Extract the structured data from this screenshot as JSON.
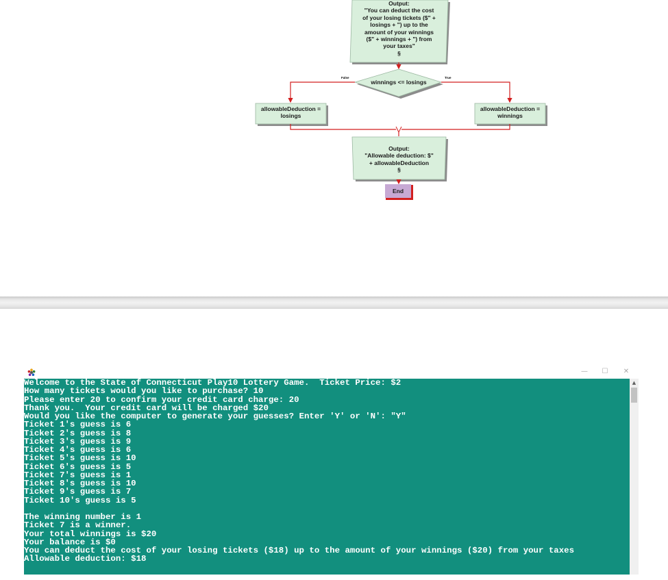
{
  "flowchart": {
    "output1": {
      "heading": "Output:",
      "lines": [
        "\"You can deduct the cost",
        "of your losing tickets ($\" +",
        "losings + \") up to the",
        "amount of your winnings",
        "($\" + winnings + \") from",
        "your taxes\""
      ],
      "symbol": "§"
    },
    "decision": {
      "condition": "winnings <= losings",
      "false_label": "False",
      "true_label": "True"
    },
    "process_false": {
      "line1": "allowableDeduction =",
      "line2": "losings"
    },
    "process_true": {
      "line1": "allowableDeduction =",
      "line2": "winnings"
    },
    "output2": {
      "heading": "Output:",
      "lines": [
        "\"Allowable deduction: $\"",
        "+ allowableDeduction"
      ],
      "symbol": "§"
    },
    "end_label": "End",
    "colors": {
      "shape_fill": "#d9efdc",
      "arrow": "#d21f1f",
      "end_fill": "#c7a9d4",
      "shadow": "#8c8c8c"
    }
  },
  "console": {
    "window_controls": {
      "minimize": "—",
      "maximize": "☐",
      "close": "✕"
    },
    "background": "#128f7e",
    "lines": [
      "Welcome to the State of Connecticut Play10 Lottery Game.  Ticket Price: $2",
      "How many tickets would you like to purchase? 10",
      "Please enter 20 to confirm your credit card charge: 20",
      "Thank you.  Your credit card will be charged $20",
      "Would you like the computer to generate your guesses? Enter 'Y' or 'N': \"Y\"",
      "Ticket 1's guess is 6",
      "Ticket 2's guess is 8",
      "Ticket 3's guess is 9",
      "Ticket 4's guess is 6",
      "Ticket 5's guess is 10",
      "Ticket 6's guess is 5",
      "Ticket 7's guess is 1",
      "Ticket 8's guess is 10",
      "Ticket 9's guess is 7",
      "Ticket 10's guess is 5",
      "",
      "The winning number is 1",
      "Ticket 7 is a winner.",
      "Your total winnings is $20",
      "Your balance is $0",
      "You can deduct the cost of your losing tickets ($18) up to the amount of your winnings ($20) from your taxes",
      "Allowable deduction: $18"
    ]
  }
}
